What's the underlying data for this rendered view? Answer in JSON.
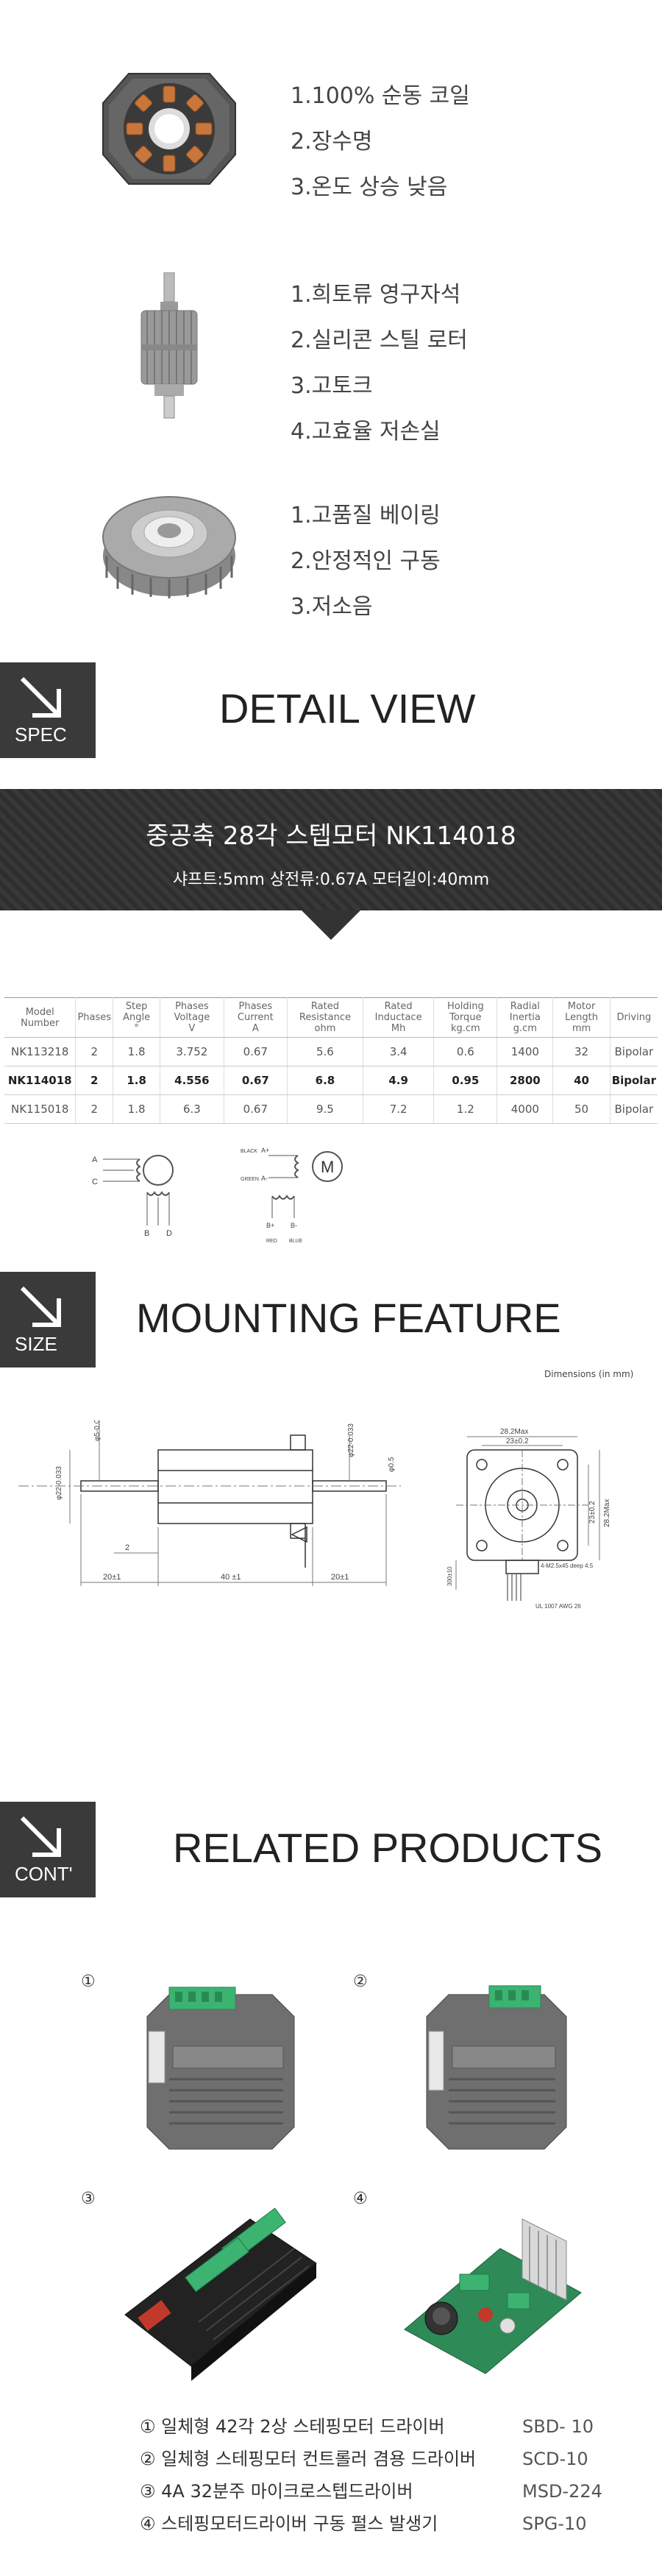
{
  "features": [
    {
      "icon": "coil-stator-icon",
      "items": [
        "1.100% 순동 코일",
        "2.장수명",
        "3.온도 상승 낮음"
      ]
    },
    {
      "icon": "rotor-icon",
      "items": [
        "1.희토류 영구자석",
        "2.실리콘 스틸 로터",
        "3.고토크",
        "4.고효율 저손실"
      ]
    },
    {
      "icon": "bearing-icon",
      "items": [
        "1.고품질 베이링",
        "2.안정적인 구동",
        "3.저소음"
      ]
    }
  ],
  "sections": {
    "spec": {
      "tag": "SPEC",
      "title": "DETAIL VIEW"
    },
    "size": {
      "tag": "SIZE",
      "title": "MOUNTING FEATURE"
    },
    "cont": {
      "tag": "CONT'",
      "title": "RELATED PRODUCTS"
    }
  },
  "banner": {
    "title": "중공축 28각 스텝모터 NK114018",
    "subtitle": "샤프트:5mm   상전류:0.67A 모터길이:40mm"
  },
  "spec_table": {
    "headers": [
      {
        "label": "Model Number",
        "unit": ""
      },
      {
        "label": "Phases",
        "unit": ""
      },
      {
        "label": "Step Angle",
        "unit": "°"
      },
      {
        "label": "Phases Voltage",
        "unit": "V"
      },
      {
        "label": "Phases Current",
        "unit": "A"
      },
      {
        "label": "Rated Resistance",
        "unit": "ohm"
      },
      {
        "label": "Rated Inductace",
        "unit": "Mh"
      },
      {
        "label": "Holding Torque",
        "unit": "kg.cm"
      },
      {
        "label": "Radial Inertia",
        "unit": "g.cm"
      },
      {
        "label": "Motor Length",
        "unit": "mm"
      },
      {
        "label": "Driving",
        "unit": ""
      }
    ],
    "rows": [
      [
        "NK113218",
        "2",
        "1.8",
        "3.752",
        "0.67",
        "5.6",
        "3.4",
        "0.6",
        "1400",
        "32",
        "Bipolar"
      ],
      [
        "NK114018",
        "2",
        "1.8",
        "4.556",
        "0.67",
        "6.8",
        "4.9",
        "0.95",
        "2800",
        "40",
        "Bipolar"
      ],
      [
        "NK115018",
        "2",
        "1.8",
        "6.3",
        "0.67",
        "9.5",
        "7.2",
        "1.2",
        "4000",
        "50",
        "Bipolar"
      ]
    ],
    "highlight_row": 1
  },
  "wiring": {
    "left_labels": [
      "A",
      "C",
      "B",
      "D"
    ],
    "right_labels": [
      "BLACK",
      "A+",
      "GREEN",
      "A-",
      "B+",
      "B-",
      "RED",
      "BLUE"
    ],
    "motor_symbol": "M"
  },
  "dimensions_note": "Dimensions (in mm)",
  "drawing": {
    "side_labels": [
      "φ5-0.012",
      "φ22-0.033",
      "φ22-0.033",
      "φ0.5",
      "2",
      "20±1",
      "40 ±1",
      "20±1"
    ],
    "front_labels": [
      "28.2Max",
      "23±0.2",
      "23±0.2",
      "28.2Max",
      "4-M2.5x45 deep 4.5",
      "UL 1007 AWG 26",
      "300±10"
    ]
  },
  "products": [
    {
      "num": "①",
      "icon": "integrated-driver-42-icon"
    },
    {
      "num": "②",
      "icon": "integrated-controller-driver-icon"
    },
    {
      "num": "③",
      "icon": "microstep-driver-icon"
    },
    {
      "num": "④",
      "icon": "pulse-generator-icon"
    }
  ],
  "related_list": [
    {
      "label": "① 일체형 42각 2상  스테핑모터 드라이버",
      "code": "SBD- 10"
    },
    {
      "label": "② 일체형 스테핑모터 컨트롤러 겸용 드라이버",
      "code": "SCD-10"
    },
    {
      "label": "③ 4A 32분주 마이크로스텝드라이버",
      "code": "MSD-224"
    },
    {
      "label": "④ 스테핑모터드라이버 구동 펄스 발생기",
      "code": "SPG-10"
    }
  ],
  "colors": {
    "dark": "#333333",
    "tag": "#3a3a3a",
    "teal": "#00b5a5",
    "green_terminal": "#3cb371"
  }
}
